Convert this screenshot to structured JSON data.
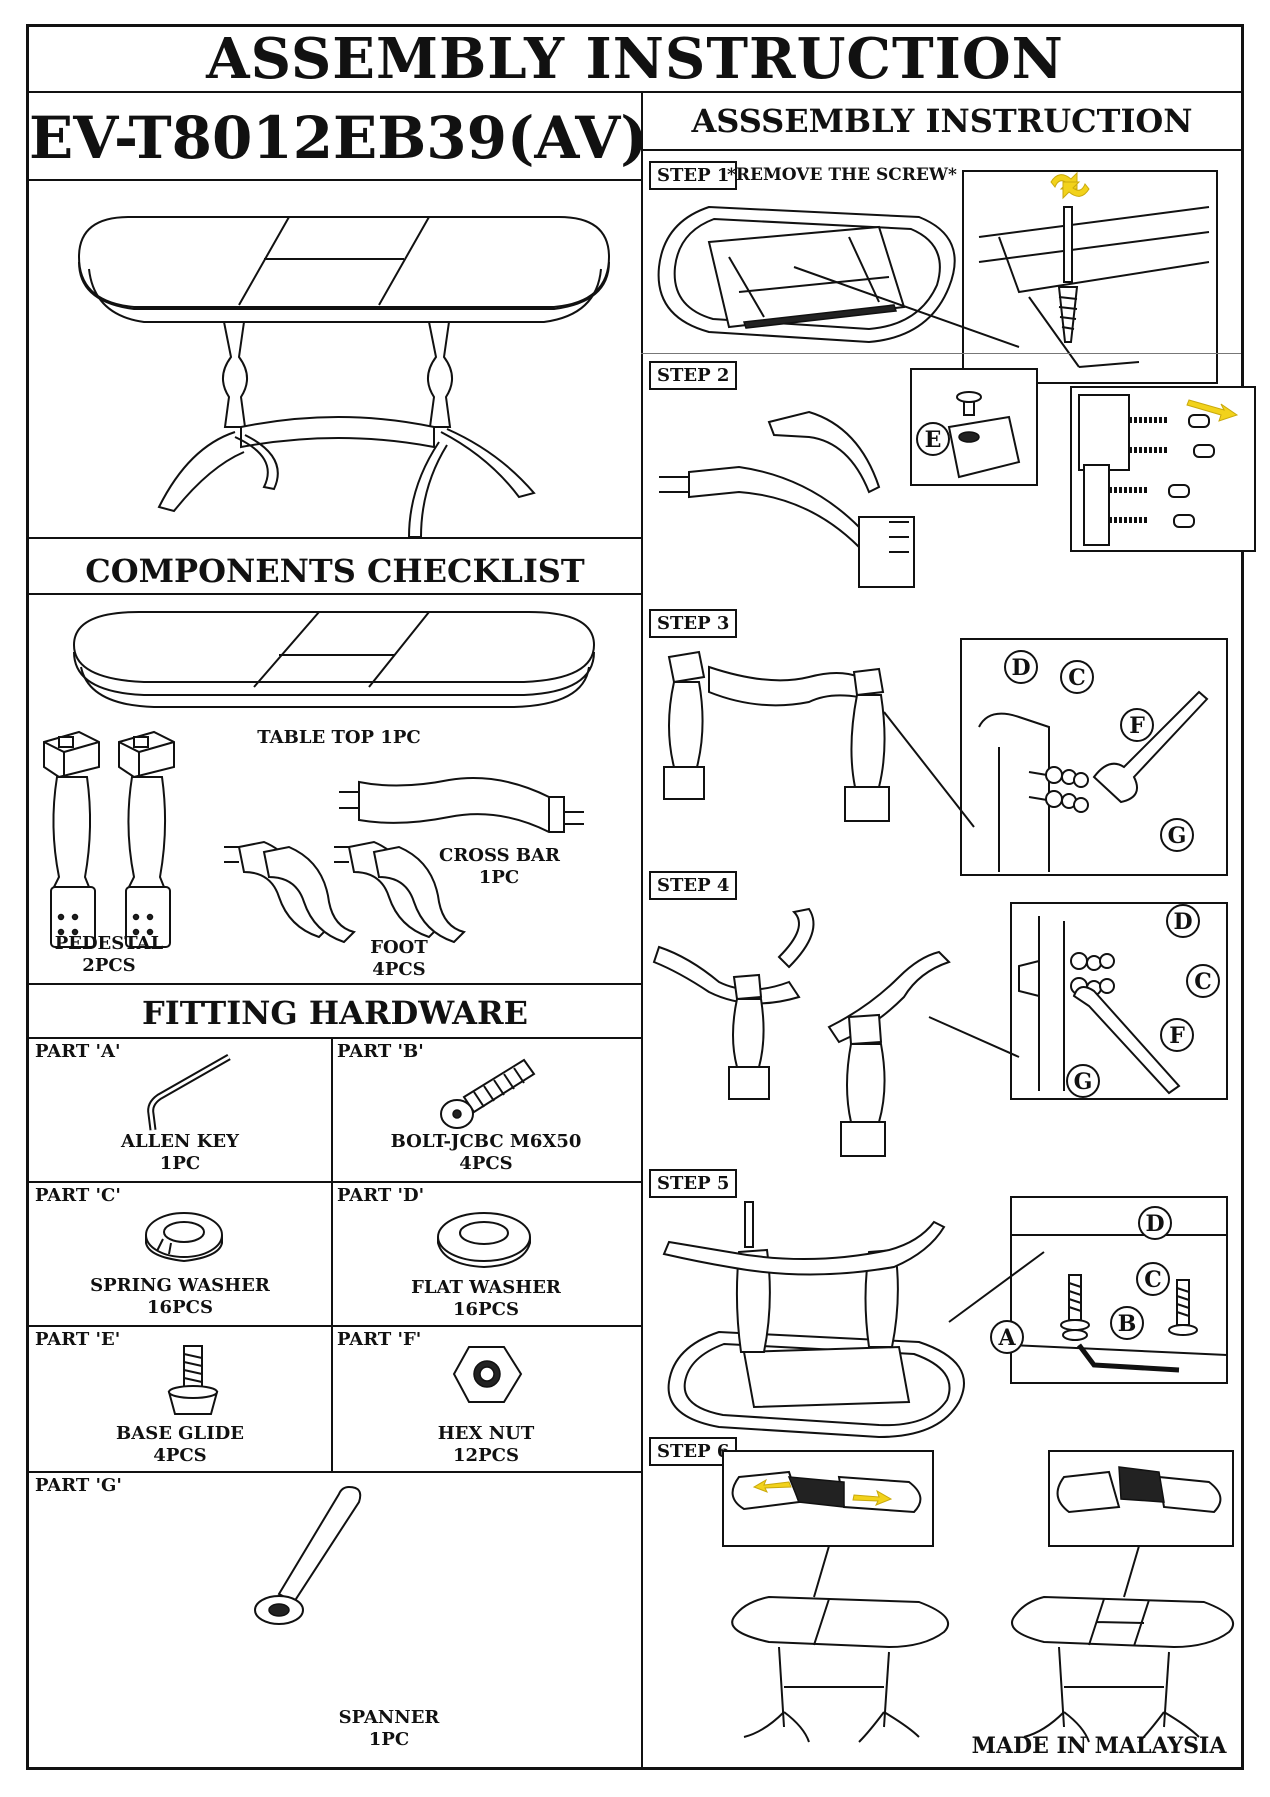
{
  "header": {
    "title": "ASSEMBLY INSTRUCTION",
    "model": "EV-T8012EB39(AV)",
    "right_title": "ASSSEMBLY INSTRUCTION"
  },
  "components": {
    "heading": "COMPONENTS CHECKLIST",
    "items": [
      {
        "name": "TABLE TOP 1PC"
      },
      {
        "name": "CROSS BAR",
        "qty": "1PC"
      },
      {
        "name": "PEDESTAL",
        "qty": "2PCS"
      },
      {
        "name": "FOOT",
        "qty": "4PCS"
      }
    ]
  },
  "hardware": {
    "heading": "FITTING HARDWARE",
    "parts": [
      {
        "part": "PART 'A'",
        "name": "ALLEN KEY",
        "qty": "1PC"
      },
      {
        "part": "PART 'B'",
        "name": "BOLT-JCBC M6X50",
        "qty": "4PCS"
      },
      {
        "part": "PART 'C'",
        "name": "SPRING WASHER",
        "qty": "16PCS"
      },
      {
        "part": "PART 'D'",
        "name": "FLAT WASHER",
        "qty": "16PCS"
      },
      {
        "part": "PART 'E'",
        "name": "BASE GLIDE",
        "qty": "4PCS"
      },
      {
        "part": "PART 'F'",
        "name": "HEX NUT",
        "qty": "12PCS"
      },
      {
        "part": "PART 'G'",
        "name": "SPANNER",
        "qty": "1PC"
      }
    ]
  },
  "steps": [
    {
      "label": "STEP 1",
      "note": "*REMOVE THE SCREW*"
    },
    {
      "label": "STEP 2"
    },
    {
      "label": "STEP 3"
    },
    {
      "label": "STEP 4"
    },
    {
      "label": "STEP 5"
    },
    {
      "label": "STEP 6"
    }
  ],
  "callouts": {
    "A": "A",
    "B": "B",
    "C": "C",
    "D": "D",
    "E": "E",
    "F": "F",
    "G": "G"
  },
  "footer": {
    "origin": "MADE IN MALAYSIA"
  },
  "colors": {
    "ink": "#111111",
    "arrow": "#f2d21b"
  }
}
